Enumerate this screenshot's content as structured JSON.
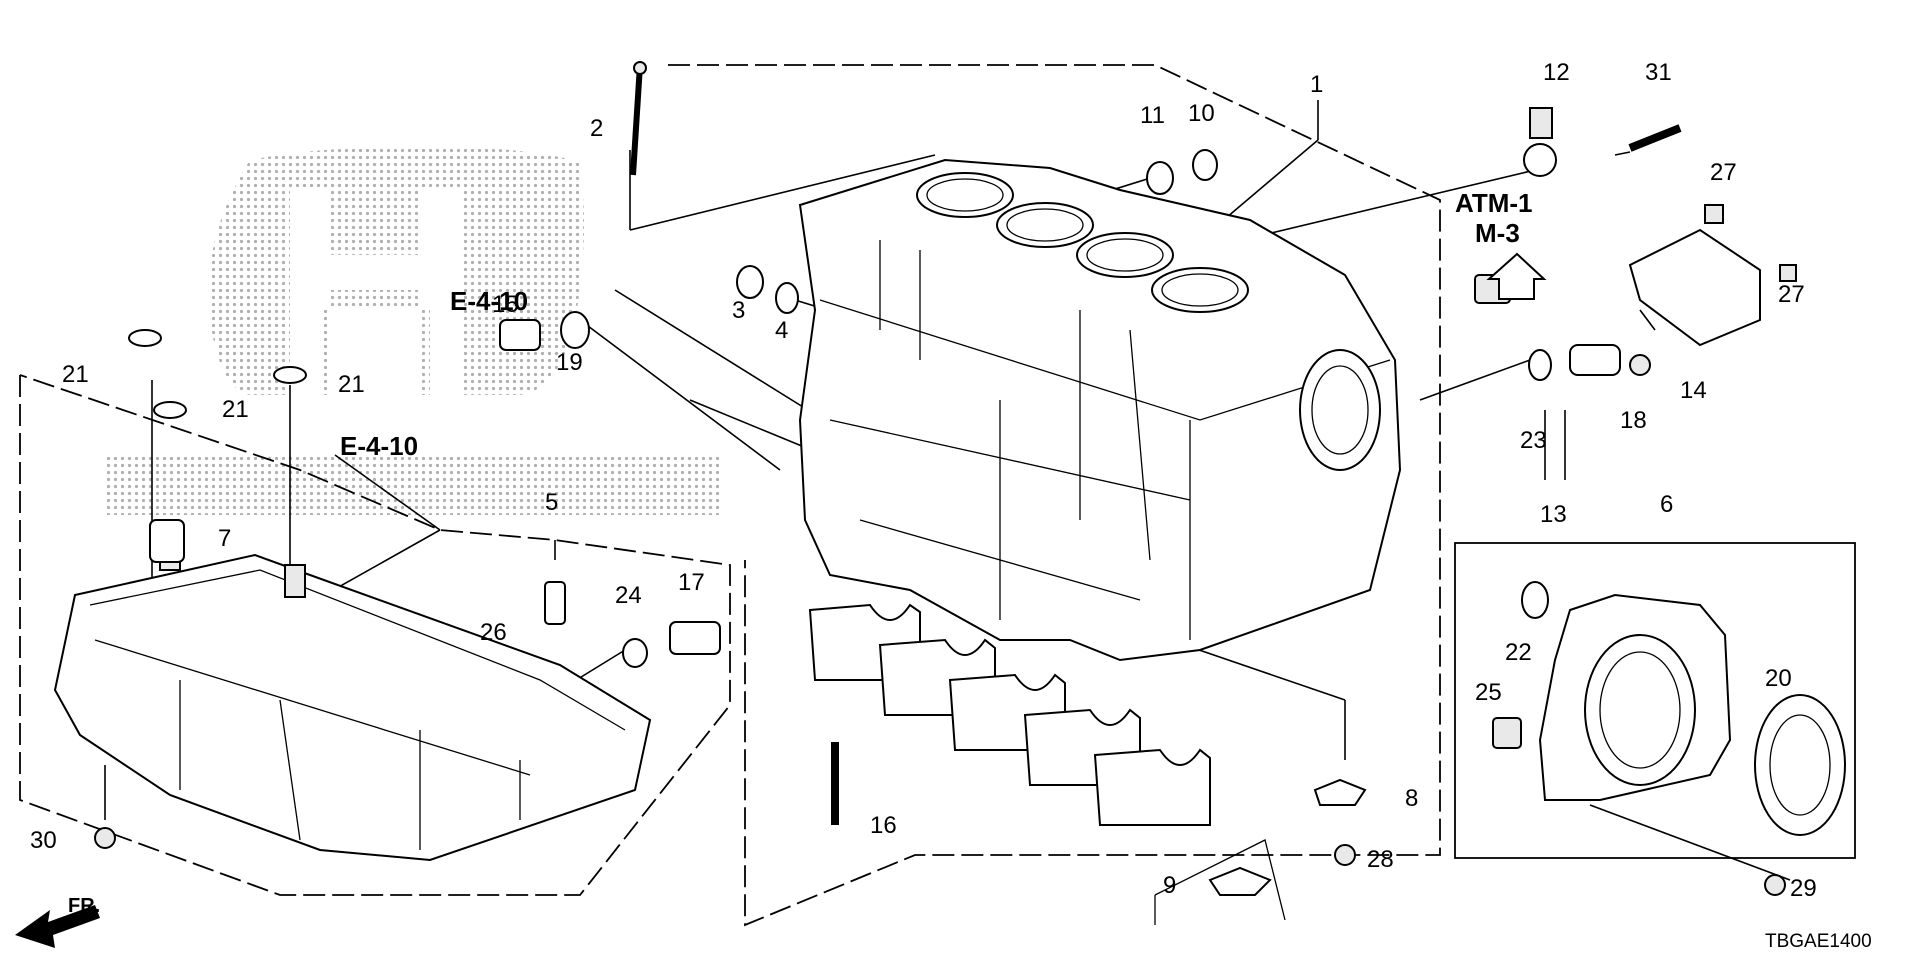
{
  "diagram_code": "TBGAE1400",
  "references": {
    "e_4_10_upper": "E-4-10",
    "e_4_10_lower": "E-4-10",
    "atm_line1": "ATM-1",
    "atm_line2": "M-3"
  },
  "direction_label": "FR.",
  "callouts": {
    "c1": "1",
    "c2": "2",
    "c3": "3",
    "c4": "4",
    "c5": "5",
    "c6": "6",
    "c7": "7",
    "c8": "8",
    "c9": "9",
    "c10": "10",
    "c11": "11",
    "c12": "12",
    "c13": "13",
    "c14": "14",
    "c15": "15",
    "c16": "16",
    "c17": "17",
    "c18": "18",
    "c19": "19",
    "c20": "20",
    "c21a": "21",
    "c21b": "21",
    "c21c": "21",
    "c22": "22",
    "c23": "23",
    "c24": "24",
    "c25": "25",
    "c26": "26",
    "c27a": "27",
    "c27b": "27",
    "c28": "28",
    "c29": "29",
    "c30": "30",
    "c31": "31"
  },
  "icons": {
    "watermark": "honda-logo-watermark",
    "arrow": "front-direction-arrow",
    "up_arrow": "reference-up-arrow"
  },
  "colors": {
    "watermark_dots": "#b5b5b5",
    "line": "#000000",
    "background": "#ffffff"
  }
}
